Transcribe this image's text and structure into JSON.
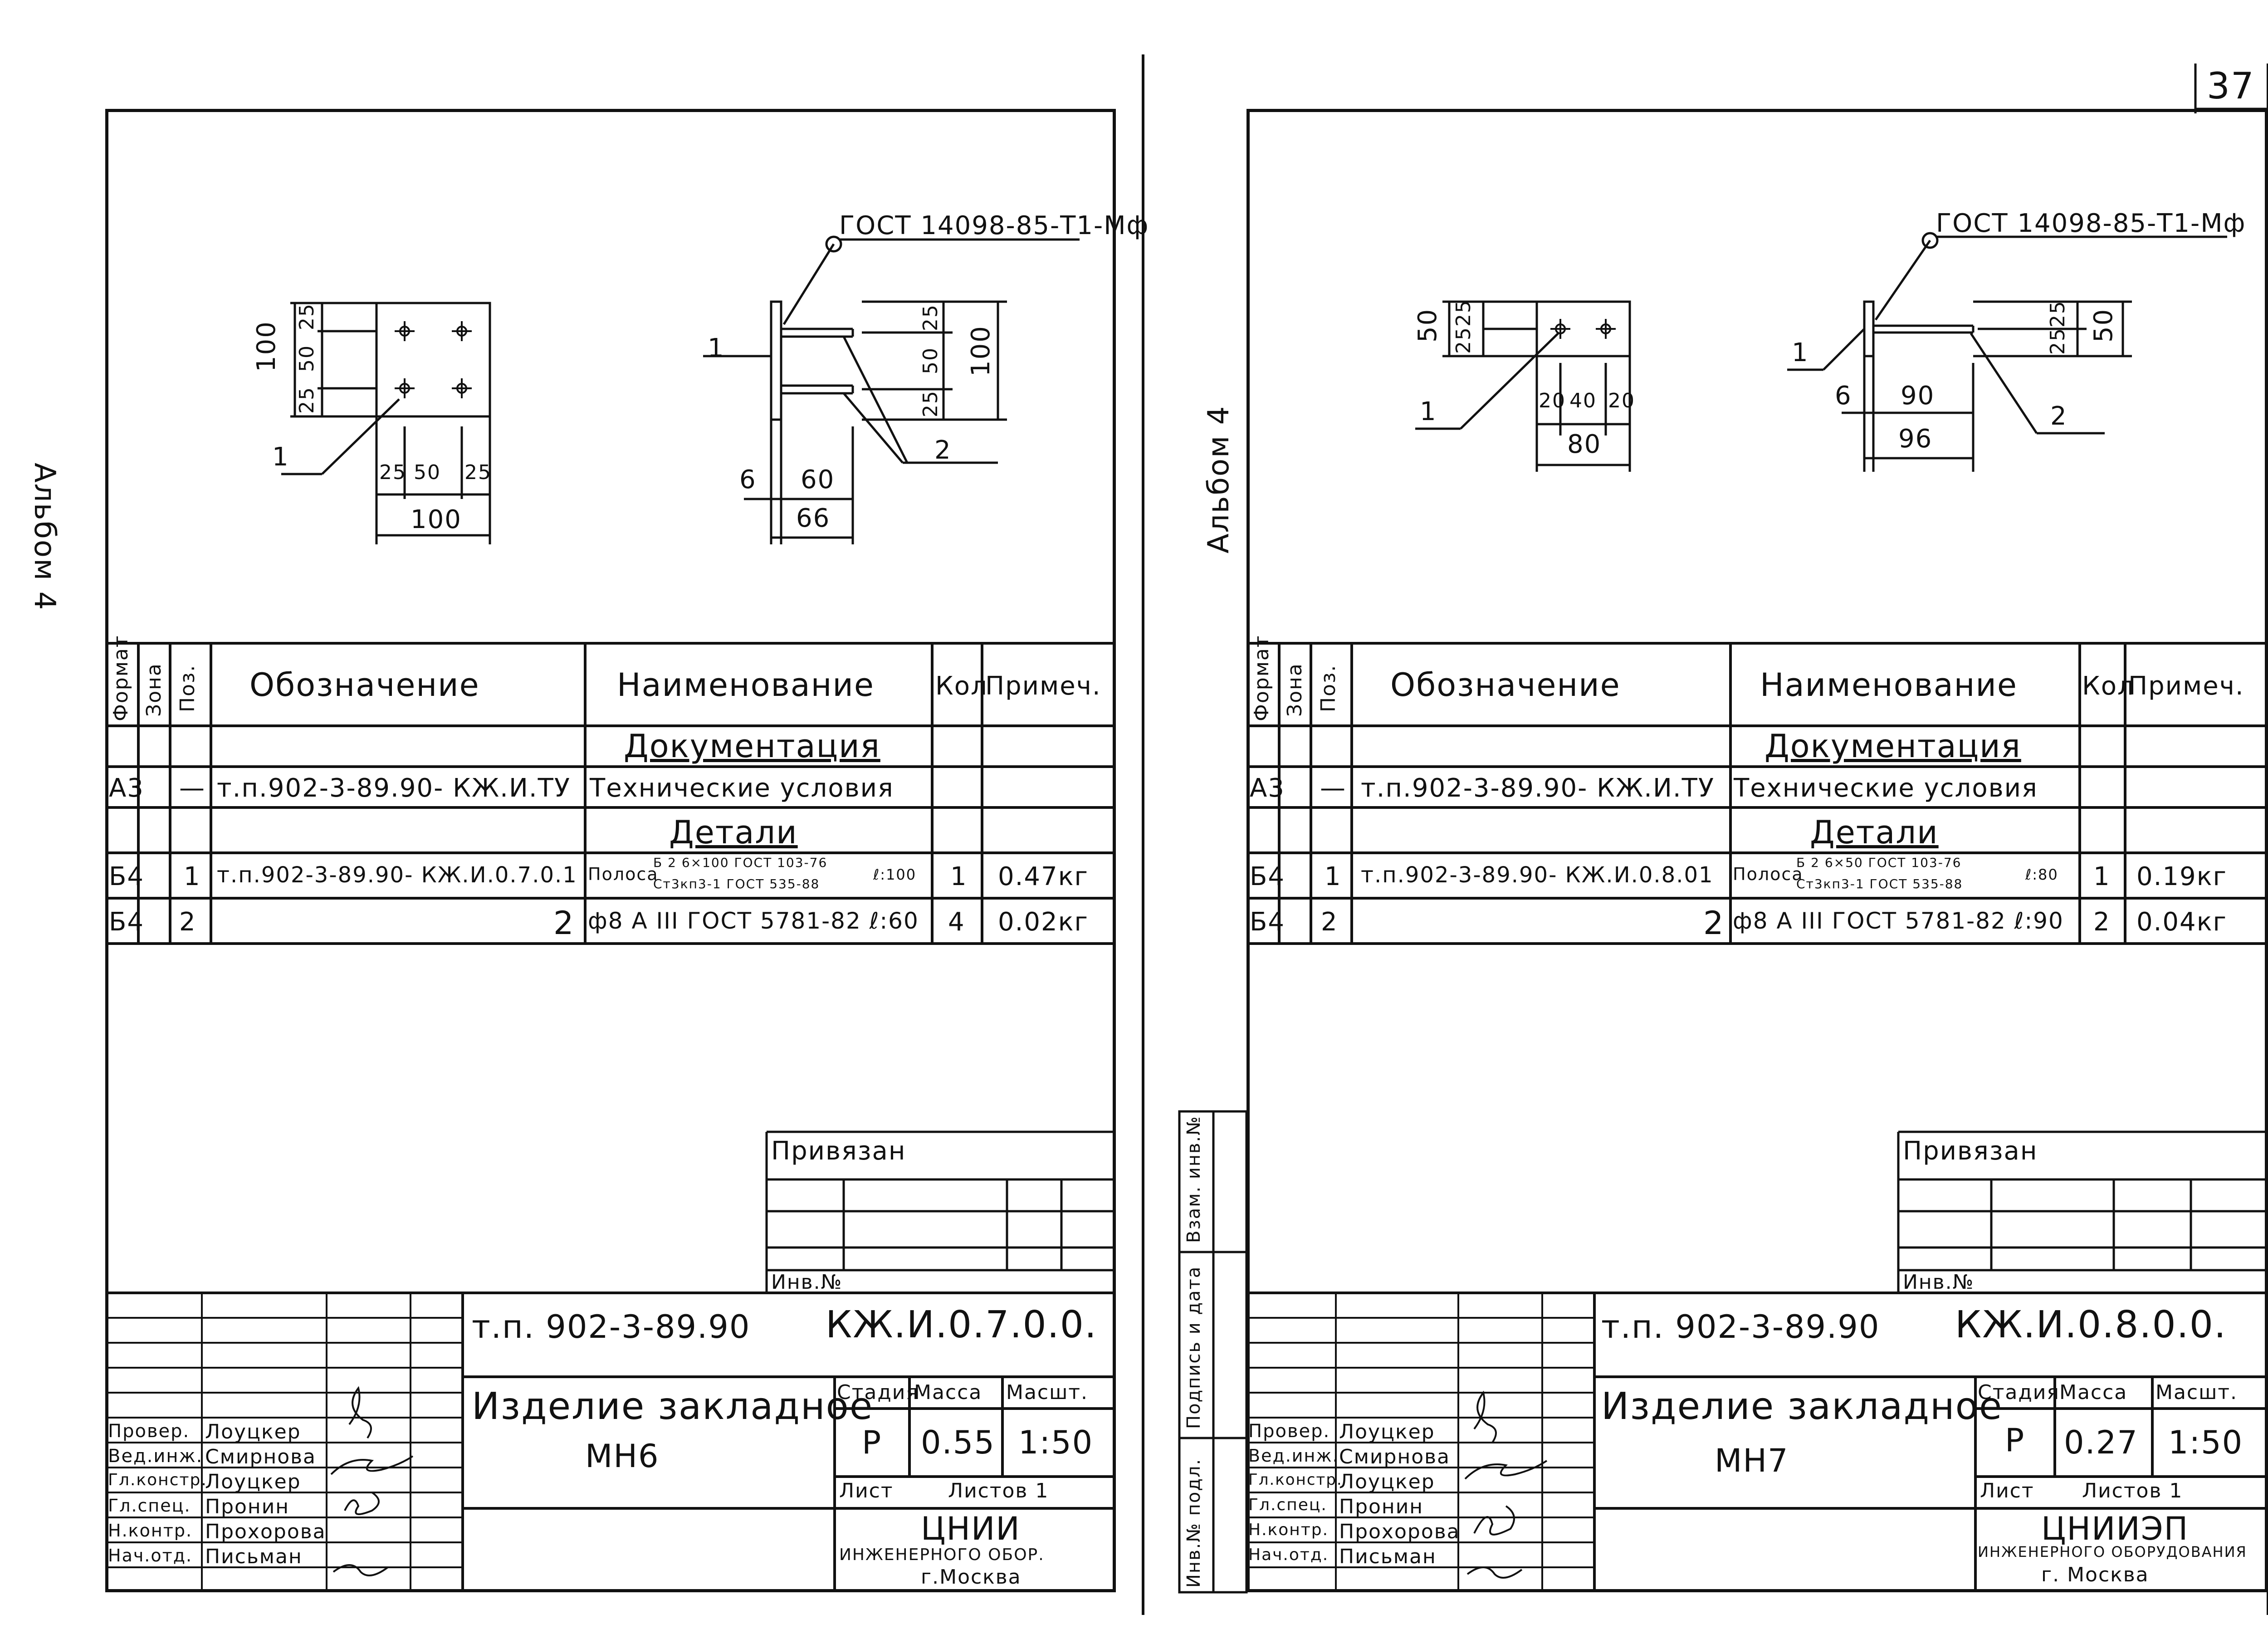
{
  "page_number": "37",
  "left": {
    "album": "Альбом 4",
    "gost_weld": "ГОСТ 14098-85-Т1-Мф",
    "drawing": {
      "front": {
        "height_total": "100",
        "v1": "25",
        "v2": "50",
        "v3": "25",
        "h1": "25",
        "h2": "50",
        "h3": "25",
        "width_total": "100",
        "leader": "1"
      },
      "side": {
        "plate_th": "6",
        "rod_len": "60",
        "total_len": "66",
        "r1": "25",
        "r2": "50",
        "r3": "25",
        "r_total": "100",
        "leader1": "1",
        "leader2": "2"
      }
    },
    "spec": {
      "headers": {
        "format": "Формат",
        "zone": "Зона",
        "pos": "Поз.",
        "designation": "Обозначение",
        "name": "Наименование",
        "qty": "Кол",
        "note": "Примеч."
      },
      "section_docs": "Документация",
      "section_parts": "Детали",
      "rows": [
        {
          "format": "А3",
          "pos": "—",
          "designation": "т.п.902-3-89.90- КЖ.И.ТУ",
          "name": "Технические условия",
          "qty": "",
          "note": ""
        },
        {
          "format": "Б4",
          "pos": "1",
          "designation": "т.п.902-3-89.90- КЖ.И.0.7.0.1",
          "name": "Полоса",
          "name_top": "Б 2 6×100 ГОСТ 103-76",
          "name_bot": "Ст3кп3-1 ГОСТ 535-88",
          "name_len": "ℓ:100",
          "qty": "1",
          "note": "0.47кг"
        },
        {
          "format": "Б4",
          "pos": "2",
          "designation": "2",
          "name": "ф8 А III ГОСТ 5781-82 ℓ:60",
          "qty": "4",
          "note": "0.02кг"
        }
      ]
    },
    "privyazan": "Привязан",
    "inv_no": "Инв.№",
    "title": {
      "project": "т.п. 902-3-89.90",
      "code": "КЖ.И.0.7.0.0.",
      "name_line1": "Изделие закладное",
      "name_line2": "МН6",
      "stage_label": "Стадия",
      "mass_label": "Масса",
      "scale_label": "Масшт.",
      "stage": "Р",
      "mass": "0.55",
      "scale": "1:50",
      "sheet_label": "Лист",
      "sheets_label": "Листов 1",
      "org1": "ЦНИИ",
      "org2": "ИНЖЕНЕРНОГО ОБОР.",
      "org3": "г.Москва",
      "roles": [
        {
          "role": "Провер.",
          "person": "Лоуцкер"
        },
        {
          "role": "Вед.инж.",
          "person": "Смирнова"
        },
        {
          "role": "Гл.констр.",
          "person": "Лоуцкер"
        },
        {
          "role": "Гл.спец.",
          "person": "Пронин"
        },
        {
          "role": "Н.контр.",
          "person": "Прохорова"
        },
        {
          "role": "Нач.отд.",
          "person": "Письман"
        }
      ]
    }
  },
  "right": {
    "album": "Альбом 4",
    "gost_weld": "ГОСТ 14098-85-Т1-Мф",
    "drawing": {
      "front": {
        "height_total": "50",
        "v1": "25",
        "v2": "25",
        "h1": "20",
        "h2": "40",
        "h3": "20",
        "width_total": "80",
        "leader": "1"
      },
      "side": {
        "plate_th": "6",
        "rod_len": "90",
        "total_len": "96",
        "r1": "25",
        "r2": "25",
        "r_total": "50",
        "leader1": "1",
        "leader2": "2"
      }
    },
    "spec": {
      "headers": {
        "format": "Формат",
        "zone": "Зона",
        "pos": "Поз.",
        "designation": "Обозначение",
        "name": "Наименование",
        "qty": "Кол",
        "note": "Примеч."
      },
      "section_docs": "Документация",
      "section_parts": "Детали",
      "rows": [
        {
          "format": "А3",
          "pos": "—",
          "designation": "т.п.902-3-89.90- КЖ.И.ТУ",
          "name": "Технические условия",
          "qty": "",
          "note": ""
        },
        {
          "format": "Б4",
          "pos": "1",
          "designation": "т.п.902-3-89.90- КЖ.И.0.8.01",
          "name": "Полоса",
          "name_top": "Б 2 6×50 ГОСТ 103-76",
          "name_bot": "Ст3кп3-1 ГОСТ 535-88",
          "name_len": "ℓ:80",
          "qty": "1",
          "note": "0.19кг"
        },
        {
          "format": "Б4",
          "pos": "2",
          "designation": "2",
          "name": "ф8 А III ГОСТ 5781-82 ℓ:90",
          "qty": "2",
          "note": "0.04кг"
        }
      ]
    },
    "privyazan": "Привязан",
    "inv_no": "Инв.№",
    "side_stamp": {
      "a": "Взам. инв.№",
      "b": "Подпись и дата",
      "c": "Инв.№ подл."
    },
    "title": {
      "project": "т.п. 902-3-89.90",
      "code": "КЖ.И.0.8.0.0.",
      "name_line1": "Изделие закладное",
      "name_line2": "МН7",
      "stage_label": "Стадия",
      "mass_label": "Масса",
      "scale_label": "Масшт.",
      "stage": "Р",
      "mass": "0.27",
      "scale": "1:50",
      "sheet_label": "Лист",
      "sheets_label": "Листов 1",
      "org1": "ЦНИИЭП",
      "org2": "ИНЖЕНЕРНОГО ОБОРУДОВАНИЯ",
      "org3": "г. Москва",
      "roles": [
        {
          "role": "Провер.",
          "person": "Лоуцкер"
        },
        {
          "role": "Вед.инж.",
          "person": "Смирнова"
        },
        {
          "role": "Гл.констр.",
          "person": "Лоуцкер"
        },
        {
          "role": "Гл.спец.",
          "person": "Пронин"
        },
        {
          "role": "Н.контр.",
          "person": "Прохорова"
        },
        {
          "role": "Нач.отд.",
          "person": "Письман"
        }
      ]
    }
  }
}
